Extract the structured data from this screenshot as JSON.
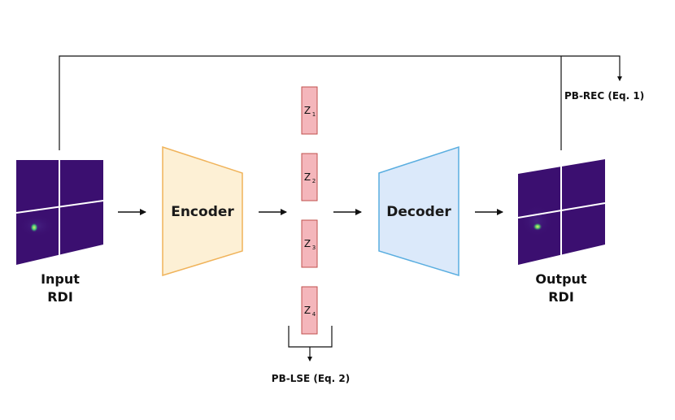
{
  "input": {
    "line1": "Input",
    "line2": "RDI"
  },
  "output": {
    "line1": "Output",
    "line2": "RDI"
  },
  "encoder": {
    "label": "Encoder",
    "fill": "#fdf0d5",
    "stroke": "#f0b35a"
  },
  "decoder": {
    "label": "Decoder",
    "fill": "#dbe9fa",
    "stroke": "#5aaee0"
  },
  "latents": {
    "fill": "#f4b6bb",
    "stroke": "#c0504d",
    "items": [
      {
        "base": "Z",
        "sub": "1"
      },
      {
        "base": "Z",
        "sub": "2"
      },
      {
        "base": "Z",
        "sub": "3"
      },
      {
        "base": "Z",
        "sub": "4"
      }
    ]
  },
  "losses": {
    "rec": "PB-REC (Eq. 1)",
    "lse": "PB-LSE (Eq. 2)"
  },
  "colors": {
    "rdi_background": "#3b0f70",
    "rdi_hotspot": "#7ad151",
    "arrow": "#111111"
  }
}
